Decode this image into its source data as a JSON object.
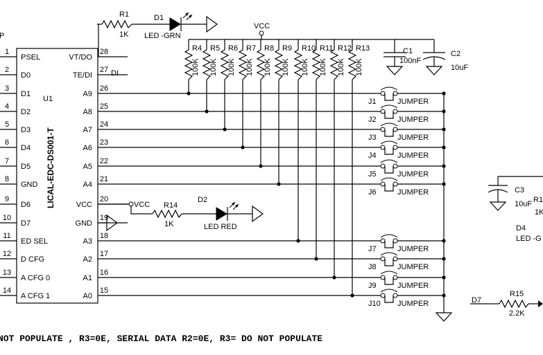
{
  "header": {
    "partial_left": "IP"
  },
  "u1": {
    "ref": "U1",
    "part": "LICAL-EDC-DS001-T",
    "left_pins": [
      {
        "num": "1",
        "name": "PSEL"
      },
      {
        "num": "2",
        "name": "D0"
      },
      {
        "num": "3",
        "name": "D1"
      },
      {
        "num": "4",
        "name": "D2"
      },
      {
        "num": "5",
        "name": "D3"
      },
      {
        "num": "6",
        "name": "D4"
      },
      {
        "num": "7",
        "name": "D5"
      },
      {
        "num": "8",
        "name": "GND"
      },
      {
        "num": "9",
        "name": "D6"
      },
      {
        "num": "10",
        "name": "D7"
      },
      {
        "num": "11",
        "name": "ED SEL"
      },
      {
        "num": "12",
        "name": "D CFG"
      },
      {
        "num": "13",
        "name": "A CFG 0"
      },
      {
        "num": "14",
        "name": "A CFG 1"
      }
    ],
    "right_pins": [
      {
        "num": "28",
        "name": "VT/DO"
      },
      {
        "num": "27",
        "name": "TE/DI"
      },
      {
        "num": "26",
        "name": "A9"
      },
      {
        "num": "25",
        "name": "A8"
      },
      {
        "num": "24",
        "name": "A7"
      },
      {
        "num": "23",
        "name": "A6"
      },
      {
        "num": "22",
        "name": "A5"
      },
      {
        "num": "21",
        "name": "A4"
      },
      {
        "num": "20",
        "name": "VCC"
      },
      {
        "num": "19",
        "name": "GND"
      },
      {
        "num": "18",
        "name": "A3"
      },
      {
        "num": "17",
        "name": "A2"
      },
      {
        "num": "16",
        "name": "A1"
      },
      {
        "num": "15",
        "name": "A0"
      }
    ]
  },
  "labels": {
    "di_net": "DI",
    "vcc_top": "VCC",
    "vcc_mid": "VCC",
    "d7_net": "D7"
  },
  "r1": {
    "ref": "R1",
    "value": "1K"
  },
  "d1": {
    "ref": "D1",
    "value": "LED -GRN"
  },
  "r14": {
    "ref": "R14",
    "value": "1K"
  },
  "d2": {
    "ref": "D2",
    "value": "LED RED"
  },
  "r15": {
    "ref": "R15",
    "value": "2.2K"
  },
  "pullups": [
    {
      "ref": "R4",
      "value": "100K"
    },
    {
      "ref": "R5",
      "value": "100K"
    },
    {
      "ref": "R6",
      "value": "100K"
    },
    {
      "ref": "R7",
      "value": "100K"
    },
    {
      "ref": "R8",
      "value": "100K"
    },
    {
      "ref": "R9",
      "value": "100K"
    },
    {
      "ref": "R10",
      "value": "100K"
    },
    {
      "ref": "R11",
      "value": "100K"
    },
    {
      "ref": "R12",
      "value": "100K"
    },
    {
      "ref": "R13",
      "value": "100K"
    }
  ],
  "c1": {
    "ref": "C1",
    "value": "100nF"
  },
  "c2": {
    "ref": "C2",
    "value": "10uF"
  },
  "c3": {
    "ref": "C3",
    "value": "10uF"
  },
  "partial_right": {
    "r_ref": "R1",
    "r_value": "1K",
    "d4_ref": "D4",
    "d4_value": "LED -G"
  },
  "jumpers": [
    {
      "ref": "J1",
      "value": "JUMPER"
    },
    {
      "ref": "J2",
      "value": "JUMPER"
    },
    {
      "ref": "J3",
      "value": "JUMPER"
    },
    {
      "ref": "J4",
      "value": "JUMPER"
    },
    {
      "ref": "J5",
      "value": "JUMPER"
    },
    {
      "ref": "J6",
      "value": "JUMPER"
    },
    {
      "ref": "J7",
      "value": "JUMPER"
    },
    {
      "ref": "J8",
      "value": "JUMPER"
    },
    {
      "ref": "J9",
      "value": "JUMPER"
    },
    {
      "ref": "J10",
      "value": "JUMPER"
    }
  ],
  "footer_note": "NOT POPULATE , R3=0E, SERIAL DATA R2=0E, R3= DO NOT POPULATE"
}
